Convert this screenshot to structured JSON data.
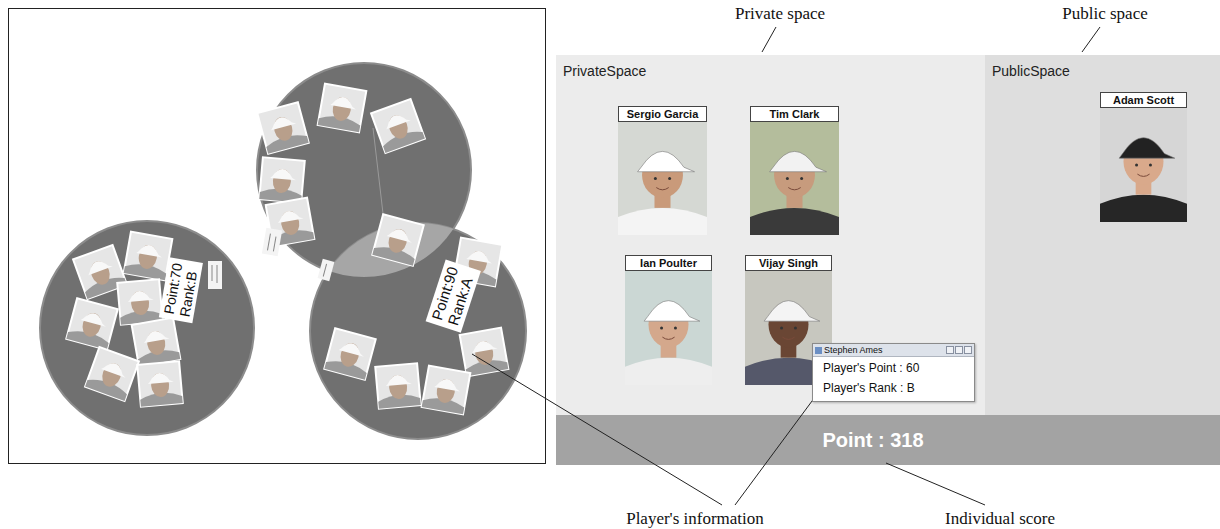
{
  "diagram": {
    "nodes": [
      {
        "text": [
          "Point:70",
          "Rank:B"
        ]
      },
      {
        "text": [
          "Point:90",
          "Rank:A"
        ]
      },
      {
        "text": [
          "PrivateSpace"
        ]
      },
      {
        "text": [
          "Sergio Garcia"
        ],
        "in": 2
      },
      {
        "text": [
          "Tim Clark"
        ],
        "in": 2
      },
      {
        "text": [
          "Ian Poulter"
        ],
        "in": 2
      },
      {
        "text": [
          "Vijay Singh"
        ],
        "in": 2
      },
      {
        "text": [
          "Stephen Ames",
          "Player's Point : 60",
          "Player's Rank : B"
        ],
        "in": 2
      },
      {
        "text": [
          "PublicSpace"
        ]
      },
      {
        "text": [
          "Adam Scott"
        ],
        "in": 8
      },
      {
        "text": [
          "Point : 318"
        ]
      }
    ],
    "labels": [
      "Private space",
      "Public space",
      "Player's information",
      "Individual score"
    ]
  }
}
